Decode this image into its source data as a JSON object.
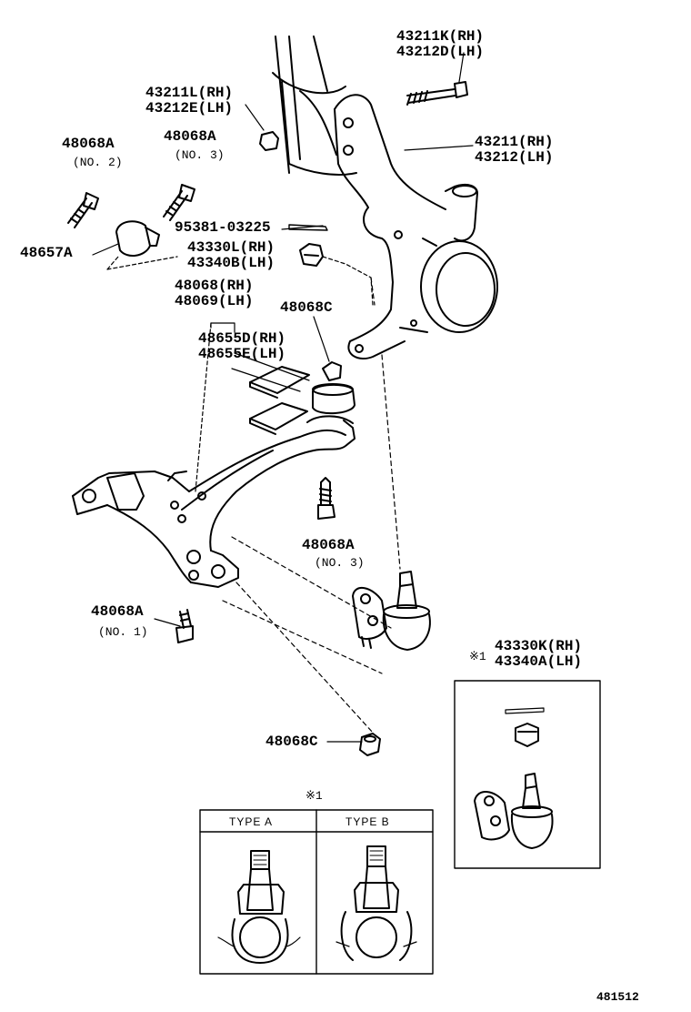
{
  "diagram_id": "481512",
  "labels": {
    "p43211k": "43211K(RH)",
    "p43212d": "43212D(LH)",
    "p43211l": "43211L(RH)",
    "p43212e": "43212E(LH)",
    "p43211": "43211(RH)",
    "p43212": "43212(LH)",
    "p48068a_1": "48068A",
    "no2": "(NO. 2)",
    "p48068a_2": "48068A",
    "no3a": "(NO. 3)",
    "p48657a": "48657A",
    "p95381": "95381-03225",
    "p43330l": "43330L(RH)",
    "p43340b": "43340B(LH)",
    "p48068": "48068(RH)",
    "p48069": "48069(LH)",
    "p48068c_1": "48068C",
    "p48655d": "48655D(RH)",
    "p48655e": "48655E(LH)",
    "p48068a_3": "48068A",
    "no3b": "(NO. 3)",
    "p48068a_4": "48068A",
    "no1": "(NO. 1)",
    "p48068c_2": "48068C",
    "mark1": "※1",
    "p43330k": "43330K(RH)",
    "p43340a": "43340A(LH)",
    "mark2": "※1"
  },
  "type_box": {
    "type_a": "TYPE A",
    "type_b": "TYPE B"
  }
}
